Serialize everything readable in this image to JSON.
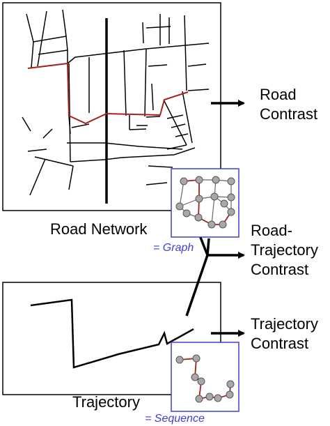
{
  "colors": {
    "road": "#000000",
    "route": "#a3201b",
    "inset_border": "#3f3fd6",
    "node_fill": "#a8a8a8",
    "node_stroke": "#555555",
    "inset_edge_gray": "#666666",
    "annotation_blue": "#3f3fd6"
  },
  "labels": {
    "road_network": "Road Network",
    "graph": "= Graph",
    "trajectory": "Trajectory",
    "sequence": "= Sequence",
    "road_contrast": [
      "Road",
      "Contrast"
    ],
    "road_trajectory_contrast": [
      "Road-",
      "Trajectory",
      "Contrast"
    ],
    "trajectory_contrast": [
      "Trajectory",
      "Contrast"
    ]
  },
  "icons": {
    "arrows": [
      "arrow-right-icon",
      "arrow-right-icon",
      "arrow-right-icon"
    ]
  }
}
